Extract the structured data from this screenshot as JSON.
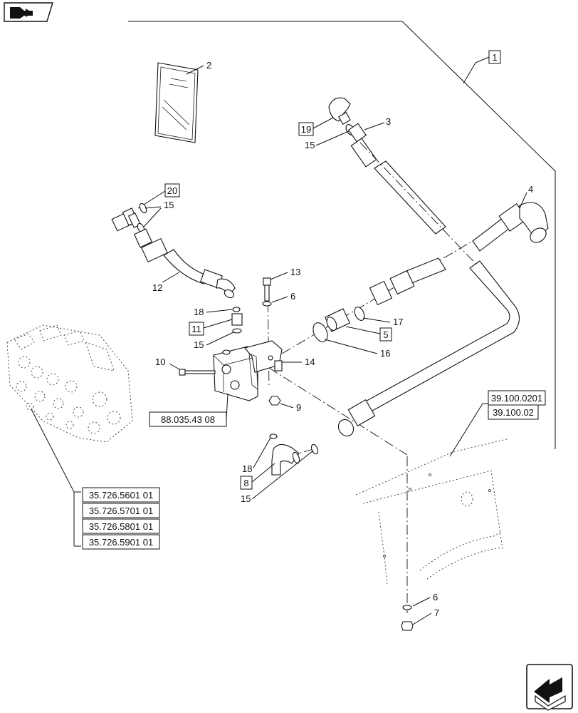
{
  "callouts": {
    "c1": "1",
    "c2": "2",
    "c3": "3",
    "c4": "4",
    "c5": "5",
    "c6a": "6",
    "c6b": "6",
    "c7": "7",
    "c8": "8",
    "c9": "9",
    "c10": "10",
    "c11": "11",
    "c12": "12",
    "c13": "13",
    "c14": "14",
    "c15a": "15",
    "c15b": "15",
    "c15c": "15",
    "c15d": "15",
    "c16": "16",
    "c17": "17",
    "c18a": "18",
    "c18b": "18",
    "c19": "19",
    "c20": "20"
  },
  "references": {
    "ref_manifold": "88.035.43 08",
    "ref_frame_1": "39.100.0201",
    "ref_frame_2": "39.100.02",
    "ref_valve_1": "35.726.5601 01",
    "ref_valve_2": "35.726.5701 01",
    "ref_valve_3": "35.726.5801 01",
    "ref_valve_4": "35.726.5901 01"
  },
  "icons": {
    "top_left": "previous-page-arrow-icon",
    "bottom_right": "next-page-arrow-icon"
  }
}
